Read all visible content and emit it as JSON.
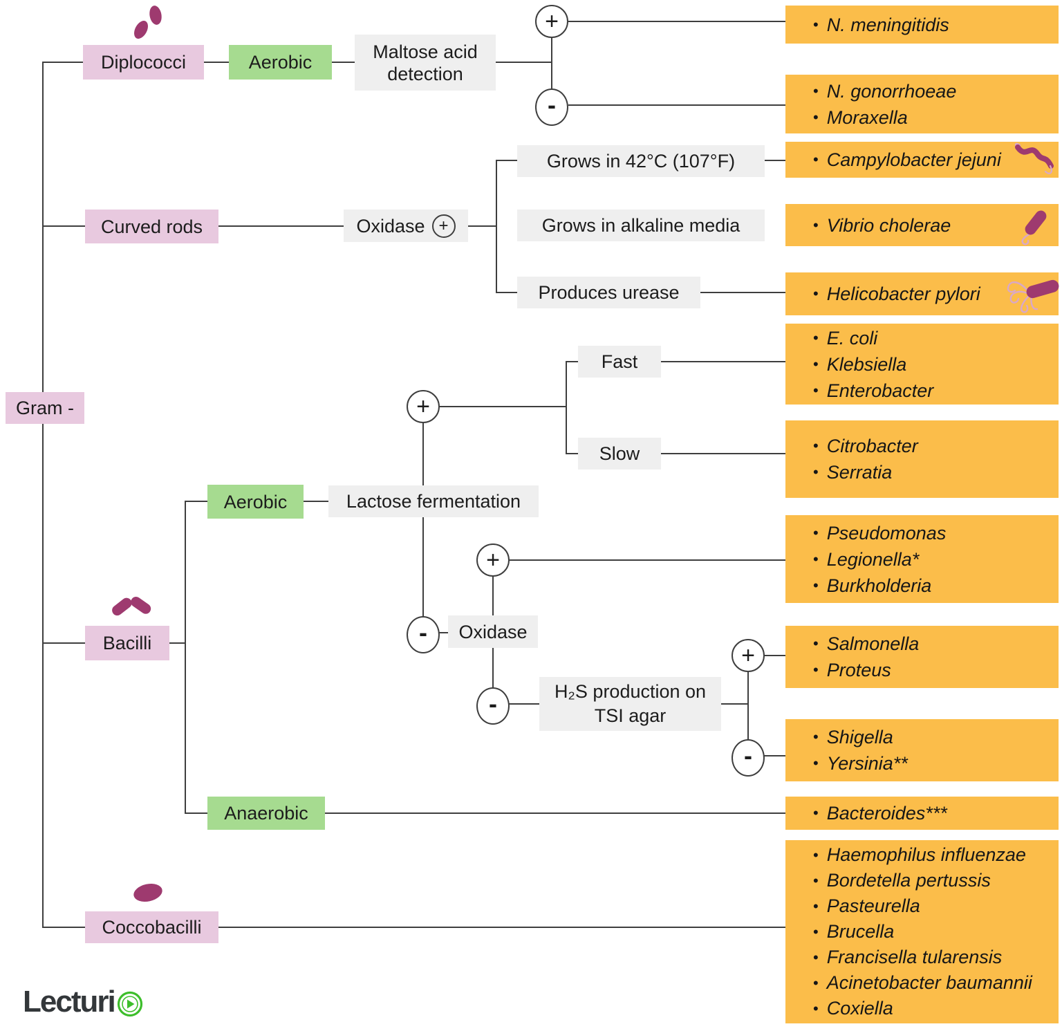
{
  "colors": {
    "pink": "#e8c9df",
    "green": "#a6db90",
    "gray": "#efefef",
    "orange": "#fbbd4a",
    "line": "#3e3e3e",
    "bacteria_purple": "#9e3a6f",
    "flagella_pink": "#d9a8c8",
    "logo_green": "#3dbe2b"
  },
  "root": {
    "label": "Gram -"
  },
  "diplococci": {
    "label": "Diplococci",
    "oxygen": "Aerobic",
    "test": "Maltose acid detection",
    "positive_sign": "+",
    "negative_sign": "-",
    "positive_species": [
      "N. meningitidis"
    ],
    "negative_species": [
      "N. gonorrhoeae",
      "Moraxella"
    ]
  },
  "curved_rods": {
    "label": "Curved rods",
    "test": "Oxidase",
    "test_sign": "+",
    "conditions": [
      {
        "label": "Grows in 42°C (107°F)",
        "species": [
          "Campylobacter jejuni"
        ]
      },
      {
        "label": "Grows in alkaline media",
        "species": [
          "Vibrio cholerae"
        ]
      },
      {
        "label": "Produces urease",
        "species": [
          "Helicobacter pylori"
        ]
      }
    ]
  },
  "bacilli": {
    "label": "Bacilli",
    "aerobic": {
      "label": "Aerobic",
      "test": "Lactose fermentation",
      "positive_sign": "+",
      "negative_sign": "-",
      "positive": {
        "fast": {
          "label": "Fast",
          "species": [
            "E. coli",
            "Klebsiella",
            "Enterobacter"
          ]
        },
        "slow": {
          "label": "Slow",
          "species": [
            "Citrobacter",
            "Serratia"
          ]
        }
      },
      "negative": {
        "test": "Oxidase",
        "positive_sign": "+",
        "negative_sign": "-",
        "positive_species": [
          "Pseudomonas",
          "Legionella*",
          "Burkholderia"
        ],
        "negative": {
          "test": "H₂S production on TSI agar",
          "positive_sign": "+",
          "negative_sign": "-",
          "positive_species": [
            "Salmonella",
            "Proteus"
          ],
          "negative_species": [
            "Shigella",
            "Yersinia**"
          ]
        }
      }
    },
    "anaerobic": {
      "label": "Anaerobic",
      "species": [
        "Bacteroides***"
      ]
    }
  },
  "coccobacilli": {
    "label": "Coccobacilli",
    "species": [
      "Haemophilus influenzae",
      "Bordetella pertussis",
      "Pasteurella",
      "Brucella",
      "Francisella tularensis",
      "Acinetobacter baumannii",
      "Coxiella"
    ]
  },
  "logo": {
    "prefix": "Lecturi",
    "brand": "Lecturio"
  }
}
